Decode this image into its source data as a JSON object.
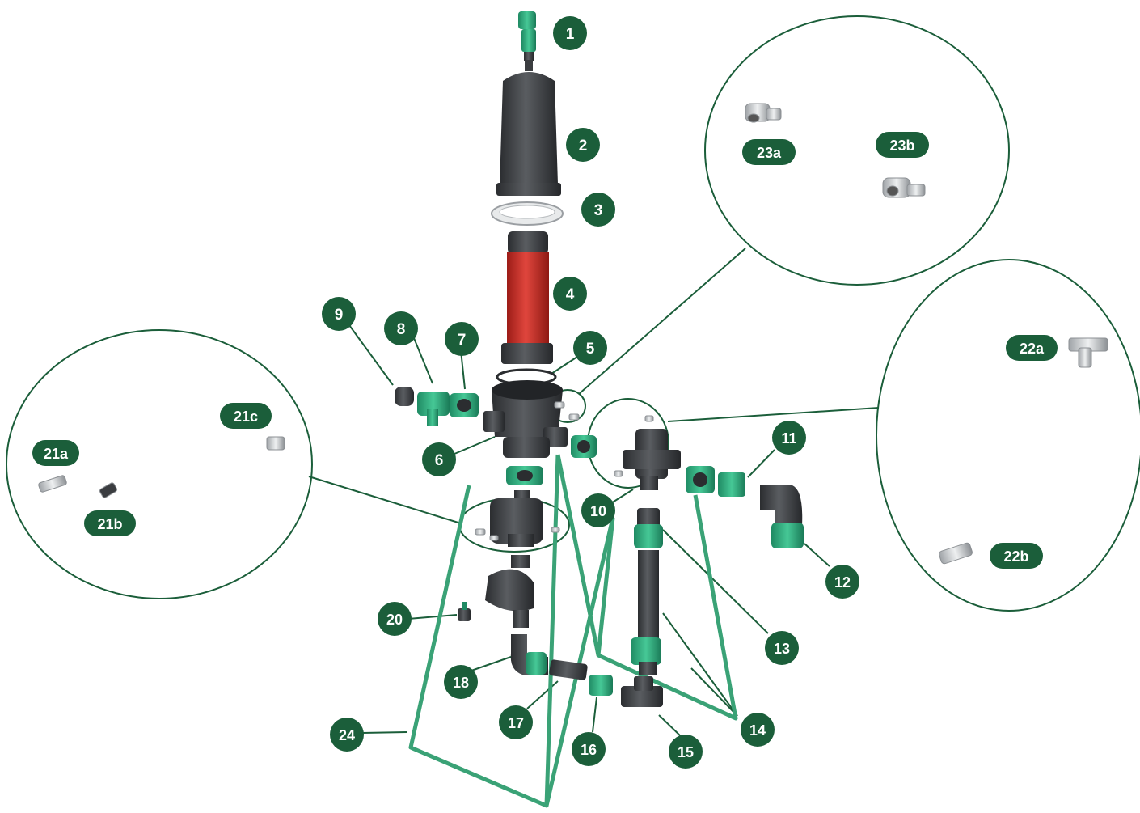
{
  "diagram": {
    "colors": {
      "badge": "#1b5e3a",
      "leader": "#1b5e3a",
      "frame": "#3aa276",
      "dark_part": "#3b3d40",
      "green_part": "#2aa57a",
      "red_part": "#c62b25",
      "silver_part": "#c9cccf"
    },
    "labels": {
      "l1": "1",
      "l2": "2",
      "l3": "3",
      "l4": "4",
      "l5": "5",
      "l6": "6",
      "l7": "7",
      "l8": "8",
      "l9": "9",
      "l10": "10",
      "l11": "11",
      "l12": "12",
      "l13": "13",
      "l14": "14",
      "l15": "15",
      "l16": "16",
      "l17": "17",
      "l18": "18",
      "l20": "20",
      "l24": "24",
      "l21a": "21a",
      "l21b": "21b",
      "l21c": "21c",
      "l22a": "22a",
      "l22b": "22b",
      "l23a": "23a",
      "l23b": "23b"
    }
  }
}
